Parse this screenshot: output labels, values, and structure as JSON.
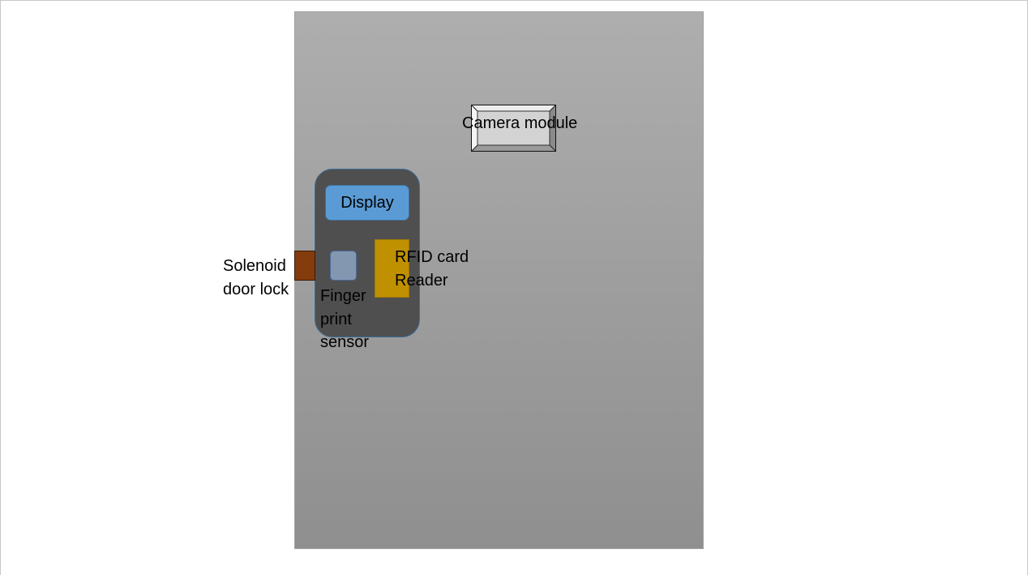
{
  "diagram": {
    "camera": {
      "label": "Camera module"
    },
    "display": {
      "label": "Display"
    },
    "rfid": {
      "lines": [
        "RFID card",
        "Reader"
      ]
    },
    "finger": {
      "lines": [
        "Finger",
        "print",
        "sensor"
      ]
    },
    "solenoid": {
      "lines": [
        "Solenoid",
        "door lock"
      ]
    }
  },
  "colors": {
    "door": "#a6a6a6",
    "panel": "#4f4f4f",
    "display": "#5b9bd5",
    "finger_sensor": "#8497b0",
    "rfid_reader": "#bf9000",
    "solenoid": "#843c0c",
    "camera": "#d3d3d3"
  }
}
